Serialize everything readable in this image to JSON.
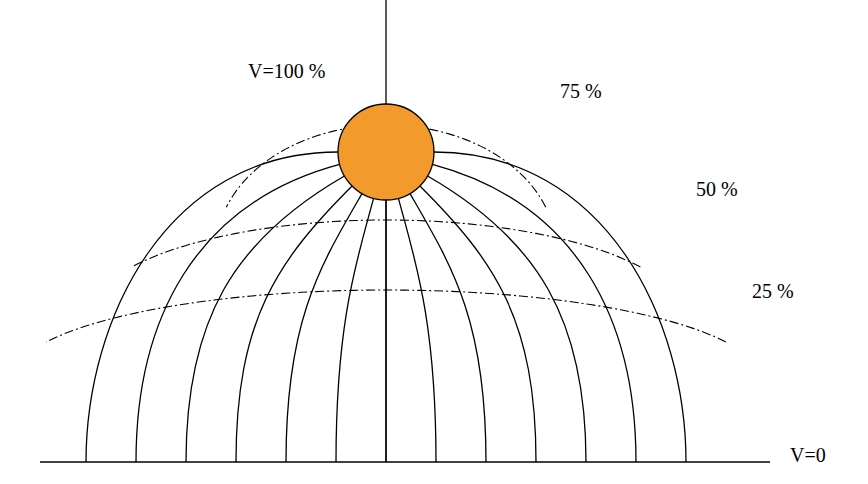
{
  "diagram": {
    "labels": [
      "V=100 %",
      "75 %",
      "50 %",
      "25 %",
      "V=0"
    ]
  }
}
